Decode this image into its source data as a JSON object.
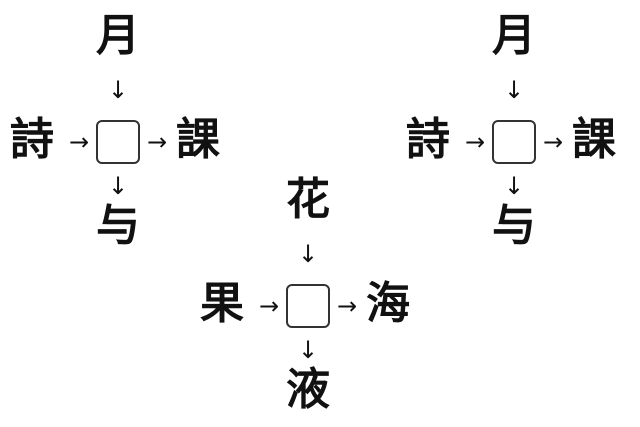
{
  "puzzles": [
    {
      "top": "月",
      "left": "詩",
      "right": "課",
      "bottom": "与"
    },
    {
      "top": "月",
      "left": "詩",
      "right": "課",
      "bottom": "与"
    },
    {
      "top": "花",
      "left": "果",
      "right": "海",
      "bottom": "液"
    }
  ],
  "arrows": {
    "down": "↓",
    "right": "→"
  }
}
